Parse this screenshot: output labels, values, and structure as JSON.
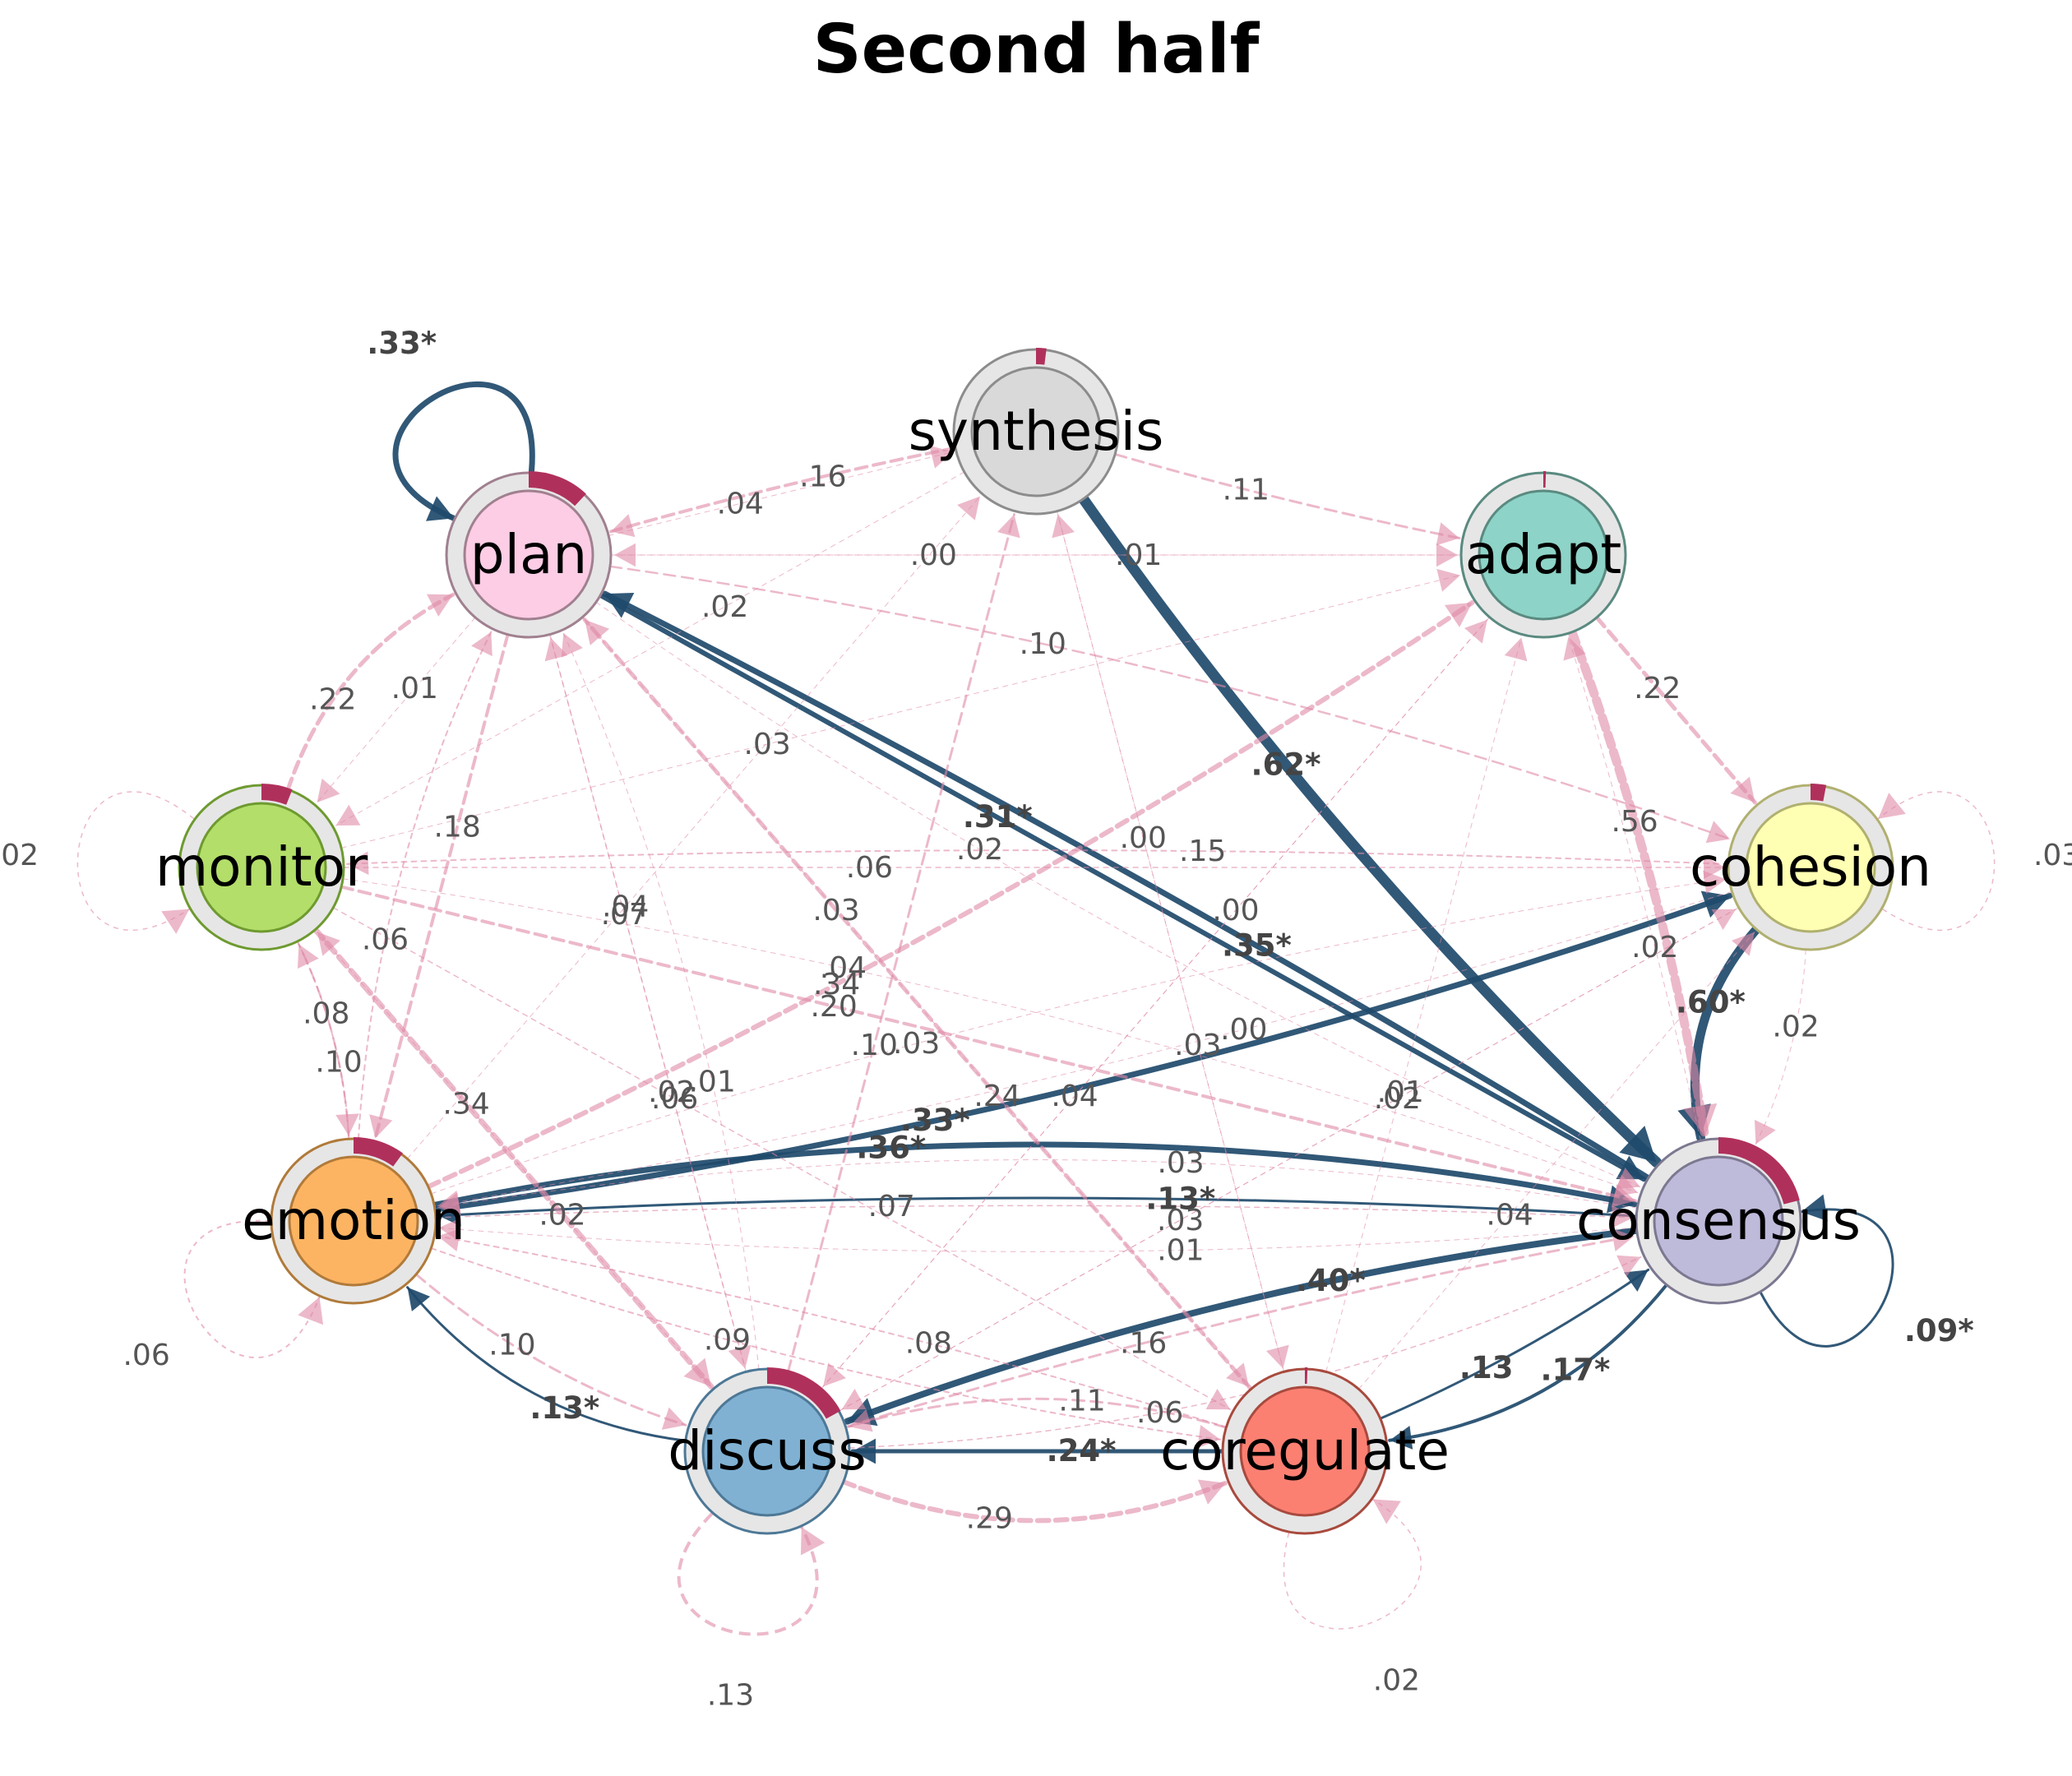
{
  "title": "Second half",
  "colors": {
    "significant": "#1f4a6b",
    "nonsignificant": "#e08aa6",
    "pie": "#b0305c",
    "ring": "#e6e6e6"
  },
  "nodes": [
    {
      "id": "synthesis",
      "label": "synthesis",
      "fill": "#d9d9d9",
      "border": "#8c8c8c",
      "share": 0.02
    },
    {
      "id": "plan",
      "label": "plan",
      "fill": "#fccde5",
      "border": "#a0808f",
      "share": 0.12
    },
    {
      "id": "adapt",
      "label": "adapt",
      "fill": "#8dd3c7",
      "border": "#5a8a80",
      "share": 0.005
    },
    {
      "id": "monitor",
      "label": "monitor",
      "fill": "#b3de69",
      "border": "#6e9a30",
      "share": 0.06
    },
    {
      "id": "cohesion",
      "label": "cohesion",
      "fill": "#ffffb3",
      "border": "#b0b070",
      "share": 0.03
    },
    {
      "id": "emotion",
      "label": "emotion",
      "fill": "#fdb462",
      "border": "#b07a3a",
      "share": 0.1
    },
    {
      "id": "consensus",
      "label": "consensus",
      "fill": "#bebada",
      "border": "#7c7890",
      "share": 0.21
    },
    {
      "id": "discuss",
      "label": "discuss",
      "fill": "#80b1d3",
      "border": "#4d7896",
      "share": 0.17
    },
    {
      "id": "coregulate",
      "label": "coregulate",
      "fill": "#fb8072",
      "border": "#a84a3e",
      "share": 0.005
    }
  ],
  "edges": [
    {
      "from": "plan",
      "to": "plan",
      "label": ".33*",
      "sig": true,
      "w": 7,
      "loop": true
    },
    {
      "from": "monitor",
      "to": "monitor",
      "label": ".02",
      "sig": false,
      "w": 1.5,
      "loop": true
    },
    {
      "from": "cohesion",
      "to": "cohesion",
      "label": ".03",
      "sig": false,
      "w": 1.5,
      "loop": true
    },
    {
      "from": "emotion",
      "to": "emotion",
      "label": ".06",
      "sig": false,
      "w": 2,
      "loop": true
    },
    {
      "from": "consensus",
      "to": "consensus",
      "label": ".09*",
      "sig": true,
      "w": 3,
      "loop": true
    },
    {
      "from": "discuss",
      "to": "discuss",
      "label": ".13",
      "sig": false,
      "w": 4,
      "loop": true
    },
    {
      "from": "coregulate",
      "to": "coregulate",
      "label": ".02",
      "sig": false,
      "w": 1.5,
      "loop": true
    },
    {
      "from": "synthesis",
      "to": "consensus",
      "label": ".62*",
      "sig": true,
      "w": 13,
      "curve": 0.05
    },
    {
      "from": "cohesion",
      "to": "consensus",
      "label": ".60*",
      "sig": true,
      "w": 11,
      "curve": 0.25
    },
    {
      "from": "consensus",
      "to": "discuss",
      "label": ".40*",
      "sig": true,
      "w": 8,
      "curve": 0.06
    },
    {
      "from": "emotion",
      "to": "consensus",
      "label": ".36*",
      "sig": true,
      "w": 7,
      "curve": -0.1
    },
    {
      "from": "consensus",
      "to": "plan",
      "label": ".35*",
      "sig": true,
      "w": 7,
      "curve": 0.02
    },
    {
      "from": "emotion",
      "to": "cohesion",
      "label": ".33*",
      "sig": true,
      "w": 7,
      "curve": 0.05
    },
    {
      "from": "plan",
      "to": "consensus",
      "label": ".31*",
      "sig": true,
      "w": 6,
      "curve": 0.0
    },
    {
      "from": "coregulate",
      "to": "discuss",
      "label": ".24*",
      "sig": true,
      "w": 5,
      "curve": 0.0
    },
    {
      "from": "consensus",
      "to": "coregulate",
      "label": ".17*",
      "sig": true,
      "w": 4,
      "curve": -0.2
    },
    {
      "from": "consensus",
      "to": "emotion",
      "label": ".13*",
      "sig": true,
      "w": 3,
      "curve": 0.03
    },
    {
      "from": "discuss",
      "to": "emotion",
      "label": ".13*",
      "sig": true,
      "w": 3,
      "curve": -0.2
    },
    {
      "from": "coregulate",
      "to": "consensus",
      "label": ".13",
      "sig": true,
      "w": 3,
      "curve": 0.05
    },
    {
      "from": "adapt",
      "to": "consensus",
      "label": ".56",
      "sig": false,
      "w": 11,
      "curve": -0.05
    },
    {
      "from": "emotion",
      "to": "adapt",
      "label": ".34",
      "sig": false,
      "w": 6,
      "curve": 0.04
    },
    {
      "from": "monitor",
      "to": "discuss",
      "label": ".34",
      "sig": false,
      "w": 7,
      "curve": 0.0
    },
    {
      "from": "discuss",
      "to": "coregulate",
      "label": ".29",
      "sig": false,
      "w": 6,
      "curve": 0.2
    },
    {
      "from": "coregulate",
      "to": "plan",
      "label": ".24",
      "sig": false,
      "w": 5,
      "curve": 0.0
    },
    {
      "from": "monitor",
      "to": "plan",
      "label": ".22",
      "sig": false,
      "w": 5,
      "curve": -0.2
    },
    {
      "from": "adapt",
      "to": "cohesion",
      "label": ".22",
      "sig": false,
      "w": 5,
      "curve": 0.0
    },
    {
      "from": "monitor",
      "to": "consensus",
      "label": ".20",
      "sig": false,
      "w": 4,
      "curve": 0.0
    },
    {
      "from": "plan",
      "to": "emotion",
      "label": ".18",
      "sig": false,
      "w": 4,
      "curve": 0.0
    },
    {
      "from": "synthesis",
      "to": "plan",
      "label": ".16",
      "sig": false,
      "w": 4,
      "curve": 0.02
    },
    {
      "from": "discuss",
      "to": "consensus",
      "label": ".16",
      "sig": false,
      "w": 3,
      "curve": -0.03
    },
    {
      "from": "cohesion",
      "to": "monitor",
      "label": ".15",
      "sig": false,
      "w": 2,
      "curve": 0.02
    },
    {
      "from": "synthesis",
      "to": "adapt",
      "label": ".11",
      "sig": false,
      "w": 3,
      "curve": 0.02
    },
    {
      "from": "coregulate",
      "to": "discuss",
      "label": ".11",
      "sig": false,
      "w": 3,
      "curve": 0.15
    },
    {
      "from": "plan",
      "to": "cohesion",
      "label": ".10",
      "sig": false,
      "w": 2.5,
      "curve": -0.05
    },
    {
      "from": "emotion",
      "to": "monitor",
      "label": ".10",
      "sig": false,
      "w": 2.5,
      "curve": 0.1
    },
    {
      "from": "emotion",
      "to": "discuss",
      "label": ".10",
      "sig": false,
      "w": 3,
      "curve": 0.1
    },
    {
      "from": "discuss",
      "to": "synthesis",
      "label": ".10",
      "sig": false,
      "w": 3,
      "curve": 0.0
    },
    {
      "from": "emotion",
      "to": "coregulate",
      "label": ".09",
      "sig": false,
      "w": 2,
      "curve": 0.05
    },
    {
      "from": "monitor",
      "to": "emotion",
      "label": ".08",
      "sig": false,
      "w": 2,
      "curve": -0.1
    },
    {
      "from": "coregulate",
      "to": "emotion",
      "label": ".08",
      "sig": false,
      "w": 2,
      "curve": 0.03
    },
    {
      "from": "plan",
      "to": "discuss",
      "label": ".07",
      "sig": false,
      "w": 1.5,
      "curve": 0.0
    },
    {
      "from": "emotion",
      "to": "consensus",
      "label": ".07",
      "sig": false,
      "w": 1.5,
      "curve": -0.02
    },
    {
      "from": "monitor",
      "to": "cohesion",
      "label": ".06",
      "sig": false,
      "w": 1.5,
      "curve": 0.0
    },
    {
      "from": "monitor",
      "to": "coregulate",
      "label": ".06",
      "sig": false,
      "w": 1.5,
      "curve": 0.0
    },
    {
      "from": "emotion",
      "to": "plan",
      "label": ".06",
      "sig": false,
      "w": 2,
      "curve": -0.1
    },
    {
      "from": "discuss",
      "to": "consensus",
      "label": ".06",
      "sig": false,
      "w": 1.5,
      "curve": 0.1
    },
    {
      "from": "plan",
      "to": "synthesis",
      "label": ".04",
      "sig": false,
      "w": 1,
      "curve": 0.0
    },
    {
      "from": "emotion",
      "to": "synthesis",
      "label": ".04",
      "sig": false,
      "w": 1,
      "curve": 0.0
    },
    {
      "from": "discuss",
      "to": "adapt",
      "label": ".04",
      "sig": false,
      "w": 1,
      "curve": 0.0
    },
    {
      "from": "coregulate",
      "to": "cohesion",
      "label": ".04",
      "sig": false,
      "w": 1,
      "curve": 0.0
    },
    {
      "from": "monitor",
      "to": "consensus",
      "label": ".04",
      "sig": false,
      "w": 1,
      "curve": -0.05
    },
    {
      "from": "plan",
      "to": "coregulate",
      "label": ".03",
      "sig": false,
      "w": 1,
      "curve": 0.0
    },
    {
      "from": "discuss",
      "to": "cohesion",
      "label": ".03",
      "sig": false,
      "w": 1,
      "curve": 0.0
    },
    {
      "from": "coregulate",
      "to": "synthesis",
      "label": ".03",
      "sig": false,
      "w": 1,
      "curve": 0.0
    },
    {
      "from": "emotion",
      "to": "cohesion",
      "label": ".03",
      "sig": false,
      "w": 1,
      "curve": -0.05
    },
    {
      "from": "monitor",
      "to": "adapt",
      "label": ".03",
      "sig": false,
      "w": 1,
      "curve": 0.0
    },
    {
      "from": "consensus",
      "to": "emotion",
      "label": ".03",
      "sig": false,
      "w": 1,
      "curve": 0.08
    },
    {
      "from": "plan",
      "to": "consensus",
      "label": ".02",
      "sig": false,
      "w": 1,
      "curve": 0.05
    },
    {
      "from": "consensus",
      "to": "adapt",
      "label": ".02",
      "sig": false,
      "w": 1,
      "curve": 0.02
    },
    {
      "from": "cohesion",
      "to": "discuss",
      "label": ".02",
      "sig": false,
      "w": 1,
      "curve": 0.0
    },
    {
      "from": "discuss",
      "to": "monitor",
      "label": ".02",
      "sig": false,
      "w": 1,
      "curve": 0.0
    },
    {
      "from": "discuss",
      "to": "plan",
      "label": ".02",
      "sig": false,
      "w": 1,
      "curve": 0.0
    },
    {
      "from": "cohesion",
      "to": "consensus",
      "label": ".02",
      "sig": false,
      "w": 1,
      "curve": -0.1
    },
    {
      "from": "synthesis",
      "to": "monitor",
      "label": ".02",
      "sig": false,
      "w": 1,
      "curve": 0.0
    },
    {
      "from": "plan",
      "to": "monitor",
      "label": ".01",
      "sig": false,
      "w": 1,
      "curve": 0.0
    },
    {
      "from": "discuss",
      "to": "plan",
      "label": ".01",
      "sig": false,
      "w": 1,
      "curve": 0.08
    },
    {
      "from": "coregulate",
      "to": "adapt",
      "label": ".01",
      "sig": false,
      "w": 1,
      "curve": 0.0
    },
    {
      "from": "adapt",
      "to": "plan",
      "label": ".01",
      "sig": false,
      "w": 1,
      "curve": 0.0
    },
    {
      "from": "consensus",
      "to": "emotion",
      "label": ".01",
      "sig": false,
      "w": 1,
      "curve": -0.04
    },
    {
      "from": "plan",
      "to": "adapt",
      "label": ".00",
      "sig": false,
      "w": 1,
      "curve": 0.0
    },
    {
      "from": "synthesis",
      "to": "coregulate",
      "label": ".00",
      "sig": false,
      "w": 1,
      "curve": 0.0
    },
    {
      "from": "adapt",
      "to": "discuss",
      "label": ".00",
      "sig": false,
      "w": 1,
      "curve": 0.0
    },
    {
      "from": "cohesion",
      "to": "emotion",
      "label": ".00",
      "sig": false,
      "w": 1,
      "curve": -0.03
    }
  ]
}
